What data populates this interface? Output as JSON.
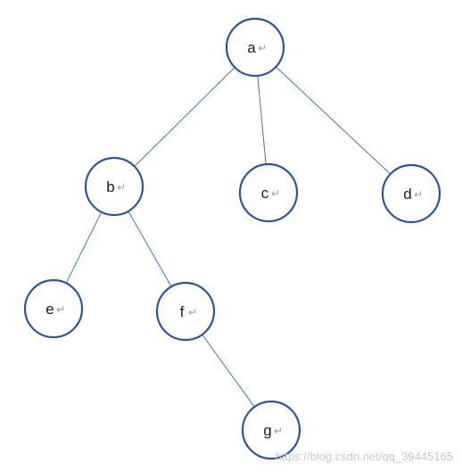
{
  "diagram": {
    "return_mark": "↵",
    "colors": {
      "node_stroke": "#2f5597",
      "edge_stroke": "#4a72b0",
      "label": "#1a1a1a",
      "watermark": "#c8c8c8"
    },
    "nodes": [
      {
        "id": "a",
        "label": "a"
      },
      {
        "id": "b",
        "label": "b"
      },
      {
        "id": "c",
        "label": "c"
      },
      {
        "id": "d",
        "label": "d"
      },
      {
        "id": "e",
        "label": "e"
      },
      {
        "id": "f",
        "label": "f"
      },
      {
        "id": "g",
        "label": "g"
      }
    ],
    "edges": [
      {
        "from": "a",
        "to": "b"
      },
      {
        "from": "a",
        "to": "c"
      },
      {
        "from": "a",
        "to": "d"
      },
      {
        "from": "b",
        "to": "e"
      },
      {
        "from": "b",
        "to": "f"
      },
      {
        "from": "f",
        "to": "g"
      }
    ]
  },
  "watermark": {
    "text": "https://blog.csdn.net/qq_39445165"
  }
}
